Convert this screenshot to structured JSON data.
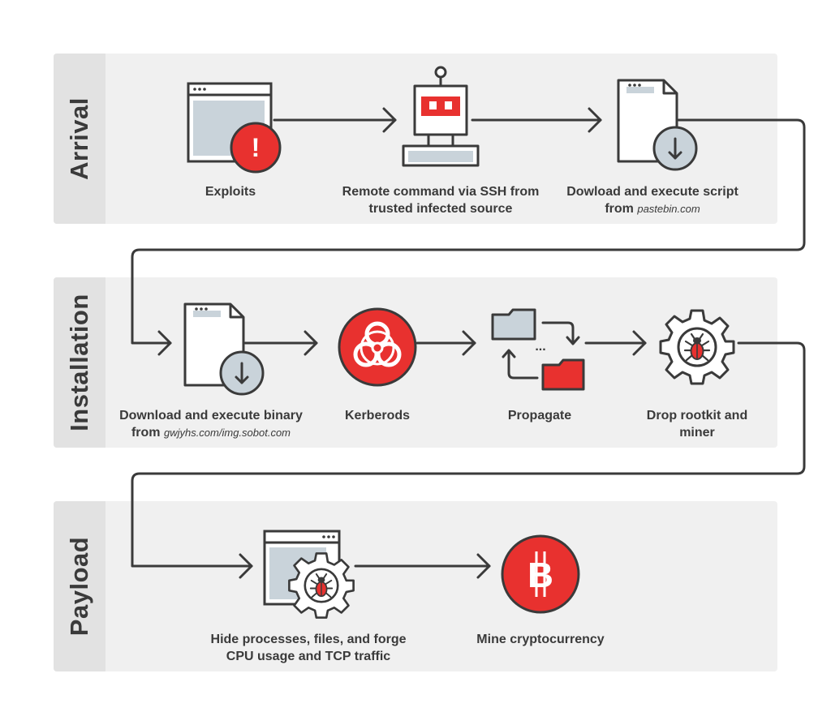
{
  "stages": {
    "arrival": "Arrival",
    "installation": "Installation",
    "payload": "Payload"
  },
  "steps": {
    "exploits": {
      "label": "Exploits"
    },
    "remote_command": {
      "line1": "Remote command via SSH from",
      "line2": "trusted infected source"
    },
    "download_script": {
      "line1": "Dowload and execute script",
      "line2_prefix": "from ",
      "url": "pastebin.com"
    },
    "download_binary": {
      "line1": "Download and execute  binary",
      "line2_prefix": "from ",
      "url": "gwjyhs.com/img.sobot.com"
    },
    "kerberods": {
      "label": "Kerberods"
    },
    "propagate": {
      "label": "Propagate"
    },
    "drop_rootkit": {
      "line1": "Drop rootkit and",
      "line2": "miner"
    },
    "hide_processes": {
      "line1": "Hide processes, files, and forge",
      "line2": "CPU usage and TCP traffic"
    },
    "mine_crypto": {
      "label": "Mine cryptocurrency"
    }
  },
  "icons": {
    "alert_glyph": "!",
    "bitcoin_glyph": "B",
    "ellipsis": "..."
  },
  "colors": {
    "accent_red": "#e8312f",
    "dark_stroke": "#3a3a3a",
    "panel_bg": "#f0f0f0",
    "gray_fill": "#c9d3da"
  }
}
